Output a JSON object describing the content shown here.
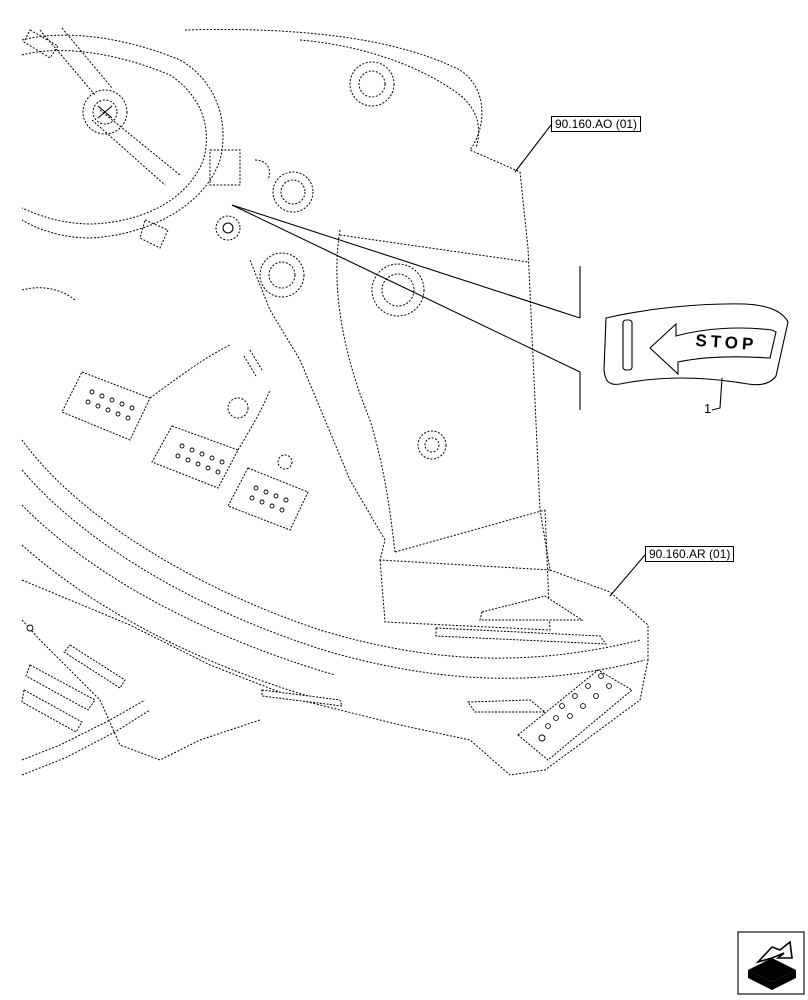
{
  "references": {
    "upper_ref": "90.160.AO (01)",
    "lower_ref": "90.160.AR (01)"
  },
  "callout": {
    "number": "1"
  },
  "decal": {
    "text": "STOP",
    "icon": "arrow-left-icon"
  },
  "navigation": {
    "icon": "next-page-arrow-icon"
  }
}
